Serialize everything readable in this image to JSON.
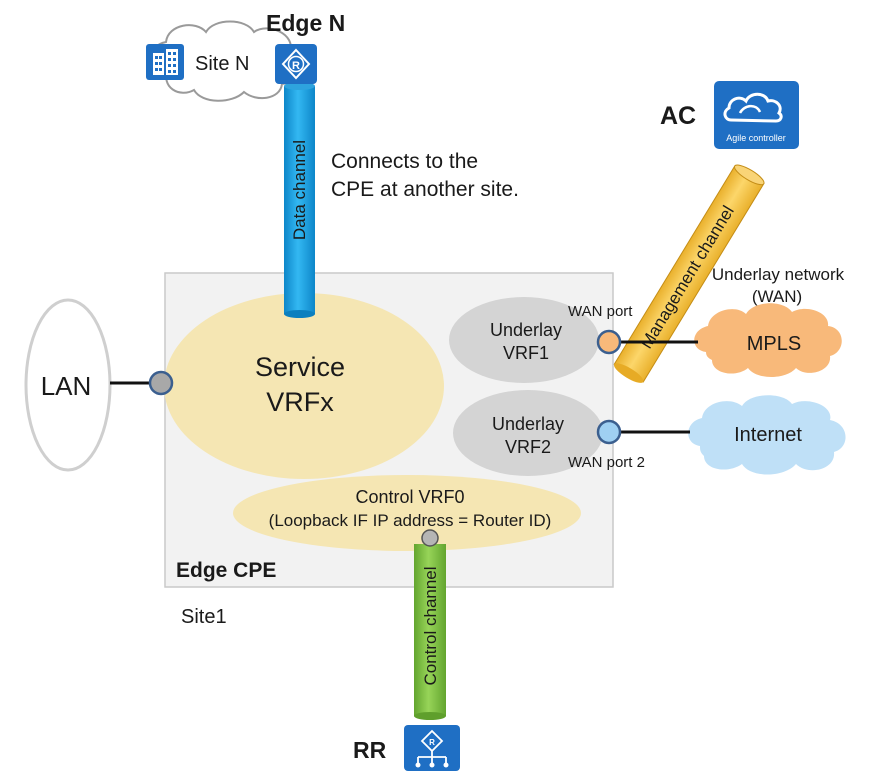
{
  "labels": {
    "edge_n": "Edge N",
    "site_n": "Site N",
    "ac": "AC",
    "ac_logo_text": "Agile controller",
    "data_channel": "Data channel",
    "connects_line1": "Connects to the",
    "connects_line2": "CPE at another site.",
    "management_channel": "Management channel",
    "underlay_network_line1": "Underlay network",
    "underlay_network_line2": "(WAN)",
    "wan_port": "WAN port",
    "wan_port_2": "WAN port 2",
    "underlay_vrf1_line1": "Underlay",
    "underlay_vrf1_line2": "VRF1",
    "underlay_vrf2_line1": "Underlay",
    "underlay_vrf2_line2": "VRF2",
    "mpls": "MPLS",
    "internet": "Internet",
    "lan": "LAN",
    "service_line1": "Service",
    "service_line2": "VRFx",
    "control_vrf_line1": "Control VRF0",
    "control_vrf_line2": "(Loopback IF IP address = Router ID)",
    "edge_cpe": "Edge CPE",
    "site1": "Site1",
    "control_channel": "Control channel",
    "rr": "RR"
  },
  "icons": {
    "router": "router-icon",
    "building": "building-icon",
    "agile_controller": "agile-controller-icon",
    "rr": "route-reflector-icon"
  },
  "colors": {
    "data_channel": "#1ea7e8",
    "management_channel": "#f5c542",
    "control_channel": "#7cc242",
    "service_vrf": "#f5e6b3",
    "underlay_vrf": "#d4d4d4",
    "mpls_cloud": "#f8b97a",
    "internet_cloud": "#bfe0f7",
    "icon_blue": "#1f6fc4",
    "edge_box": "#f2f2f2"
  }
}
